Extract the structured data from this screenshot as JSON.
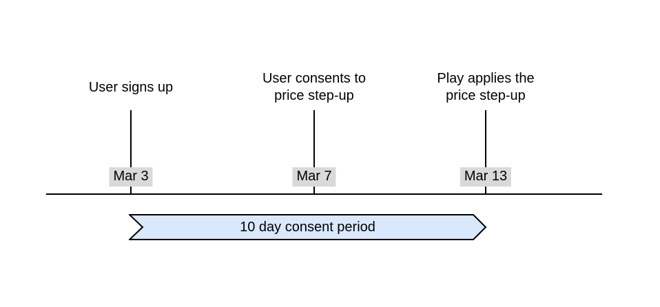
{
  "diagram": {
    "type": "timeline",
    "events": [
      {
        "label": "User signs up",
        "date": "Mar 3"
      },
      {
        "label": "User consents to\nprice step-up",
        "date": "Mar 7"
      },
      {
        "label": "Play applies the\nprice step-up",
        "date": "Mar 13"
      }
    ],
    "period": {
      "label": "10 day consent period",
      "start_date": "Mar 3",
      "end_date": "Mar 13"
    },
    "colors": {
      "line": "#000000",
      "date_badge_bg": "#d9d9d9",
      "period_fill": "#dae8fc",
      "period_stroke": "#000000",
      "background": "#ffffff"
    }
  }
}
